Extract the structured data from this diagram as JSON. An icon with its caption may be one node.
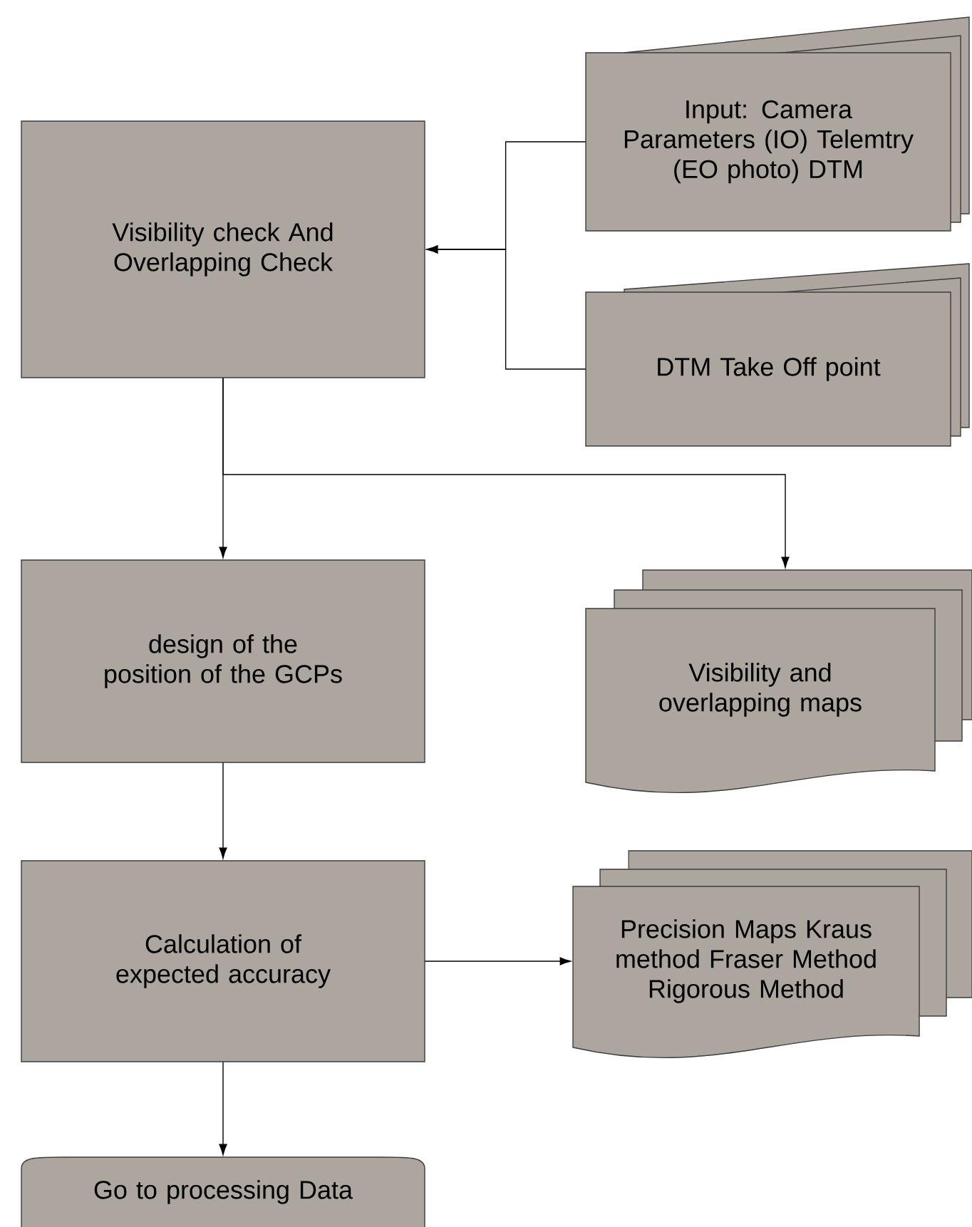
{
  "diagram": {
    "nodes": [
      {
        "text": [
          "Input: Camera Parameters (IO) Telemtry (EO photo) DTM"
        ]
      },
      {
        "text": [
          "DTM Take Off point"
        ]
      },
      {
        "text": [
          "Visibility check And Overlapping Check"
        ]
      },
      {
        "text": [
          "design of the position of the GCPs"
        ]
      },
      {
        "text": [
          "Visibility and overlapping maps"
        ]
      },
      {
        "text": [
          "Calculation of expected accuracy"
        ]
      },
      {
        "text": [
          "Precision Maps Kraus method Fraser Method Rigorous Method"
        ]
      },
      {
        "text": [
          "Go to processing Data"
        ]
      }
    ],
    "edges": [
      {
        "from": 0,
        "to": 2,
        "arrow": "to"
      },
      {
        "from": 1,
        "to": 2,
        "arrow": "to"
      },
      {
        "from": 2,
        "to": 3,
        "arrow": "to"
      },
      {
        "from": 2,
        "to": 4,
        "arrow": "to"
      },
      {
        "from": 3,
        "to": 5,
        "arrow": "to"
      },
      {
        "from": 5,
        "to": 6,
        "arrow": "to"
      },
      {
        "from": 5,
        "to": 7,
        "arrow": "to"
      }
    ]
  }
}
